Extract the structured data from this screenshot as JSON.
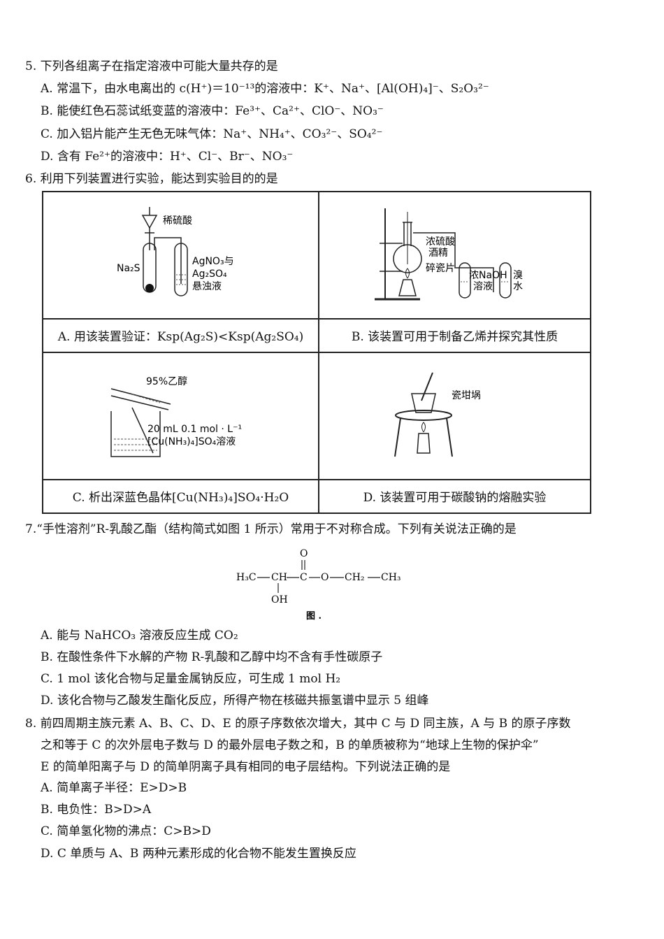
{
  "q5": {
    "stem": "5. 下列各组离子在指定溶液中可能大量共存的是",
    "a": "A. 常温下，由水电离出的 c(H⁺)＝10⁻¹³的溶液中：K⁺、Na⁺、[Al(OH)₄]⁻、S₂O₃²⁻",
    "b": "B. 能使红色石蕊试纸变蓝的溶液中：Fe³⁺、Ca²⁺、ClO⁻、NO₃⁻",
    "c": "C. 加入铝片能产生无色无味气体：Na⁺、NH₄⁺、CO₃²⁻、SO₄²⁻",
    "d": "D. 含有 Fe²⁺的溶液中：H⁺、Cl⁻、Br⁻、NO₃⁻"
  },
  "q6": {
    "stem": "6. 利用下列装置进行实验，能达到实验目的的是",
    "a_caption": "A. 用该装置验证：Ksp(Ag₂S)<Ksp(Ag₂SO₄)",
    "b_caption": "B. 该装置可用于制备乙烯并探究其性质",
    "c_caption": "C. 析出深蓝色晶体[Cu(NH₃)₄]SO₄·H₂O",
    "d_caption": "D. 该装置可用于碳酸钠的熔融实验",
    "a_labels": {
      "acid": "稀硫酸",
      "na2s": "Na₂S",
      "agno3": "AgNO₃与",
      "ag2so4": "Ag₂SO₄",
      "suspension": "悬浊液"
    },
    "b_labels": {
      "h2so4": "浓硫酸",
      "ethanol": "酒精",
      "porcelain": "碎瓷片",
      "naoh1": "浓NaOH",
      "naoh2": "溶液",
      "br1": "溴",
      "br2": "水"
    },
    "c_labels": {
      "ethanol": "95%乙醇",
      "conc": "20 mL 0.1 mol · L⁻¹",
      "sol": "[Cu(NH₃)₄]SO₄溶液"
    },
    "d_labels": {
      "crucible": "瓷坩埚"
    }
  },
  "q7": {
    "stem": "7.“手性溶剂”R-乳酸乙酯（结构简式如图 1 所示）常用于不对称合成。下列有关说法正确的是",
    "structure": {
      "ch3": "H₃C",
      "ch": "CH",
      "c": "C",
      "o_dbl": "O",
      "o": "O",
      "ch2": "CH₂",
      "ch3b": "CH₃",
      "oh": "OH"
    },
    "fig_label": "图 .",
    "a": "A. 能与 NaHCO₃ 溶液反应生成 CO₂",
    "b": "B. 在酸性条件下水解的产物 R-乳酸和乙醇中均不含有手性碳原子",
    "c": "C. 1 mol 该化合物与足量金属钠反应，可生成 1 mol H₂",
    "d": "D. 该化合物与乙酸发生酯化反应，所得产物在核磁共振氢谱中显示 5 组峰"
  },
  "q8": {
    "stem1": "8. 前四周期主族元素 A、B、C、D、E 的原子序数依次增大，其中 C 与 D 同主族，A 与 B 的原子序数",
    "stem2": "之和等于 C 的次外层电子数与 D 的最外层电子数之和，B 的单质被称为“地球上生物的保护伞”",
    "stem3": "E 的简单阳离子与 D 的简单阴离子具有相同的电子层结构。下列说法正确的是",
    "a": "A. 简单离子半径：E>D>B",
    "b": "B. 电负性：B>D>A",
    "c": "C. 简单氢化物的沸点：C>B>D",
    "d": "D. C 单质与 A、B 两种元素形成的化合物不能发生置换反应"
  }
}
